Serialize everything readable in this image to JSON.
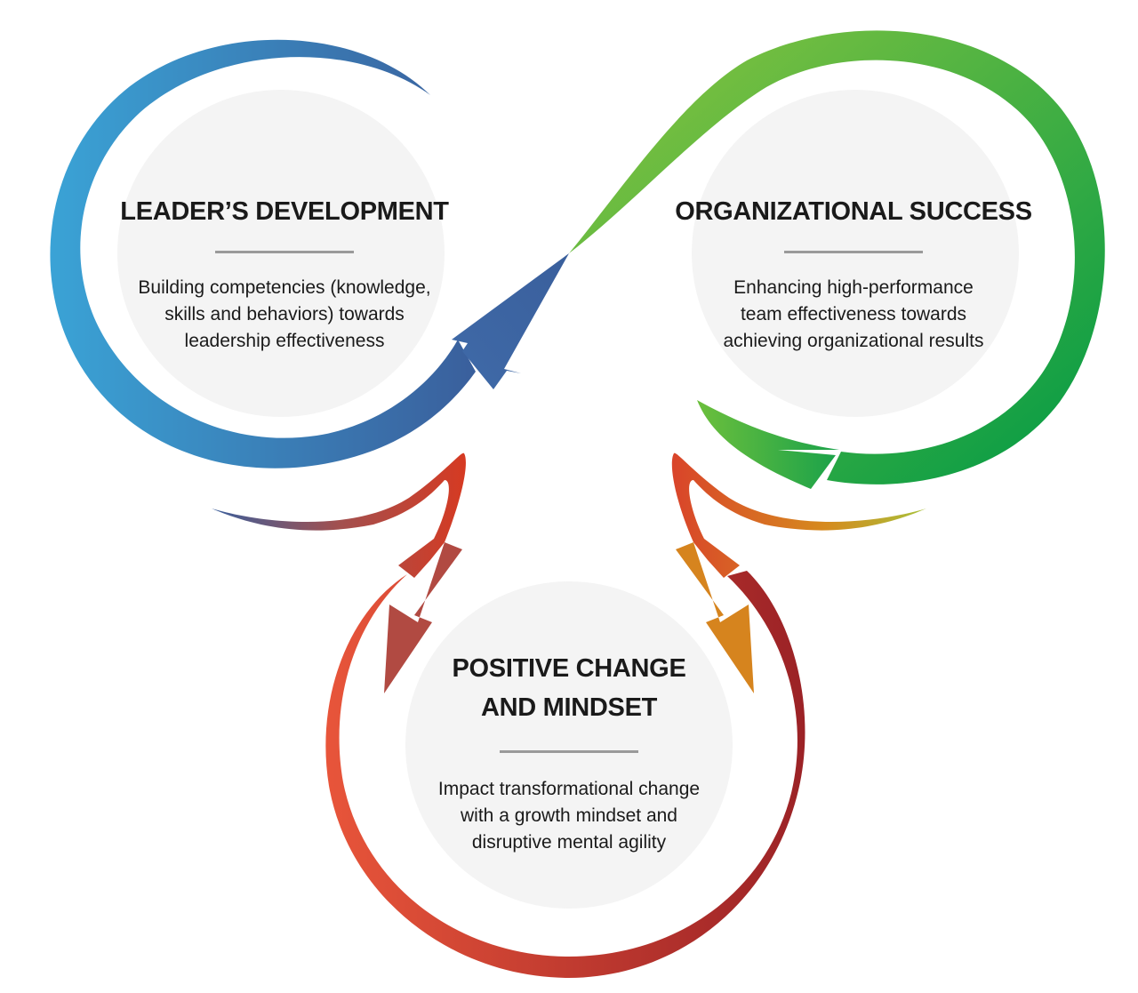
{
  "nodes": [
    {
      "id": "leader",
      "title_lines": [
        "LEADER’S DEVELOPMENT"
      ],
      "description_lines": [
        "Building competencies (knowledge,",
        "skills and behaviors) towards",
        "leadership effectiveness"
      ]
    },
    {
      "id": "org",
      "title_lines": [
        "ORGANIZATIONAL SUCCESS"
      ],
      "description_lines": [
        "Enhancing high-performance",
        "team effectiveness towards",
        "achieving organizational results"
      ]
    },
    {
      "id": "change",
      "title_lines": [
        "POSITIVE CHANGE",
        "AND MINDSET"
      ],
      "description_lines": [
        "Impact transformational change",
        "with a growth mindset and",
        "disruptive mental agility"
      ]
    }
  ],
  "colors": {
    "circle_fill": "#f4f4f4",
    "divider": "#9a9a9a",
    "blue_light": "#3aa3d6",
    "blue_dark": "#3a5f9c",
    "green_light": "#8dc63f",
    "green_dark": "#009a46",
    "red_light": "#e8553a",
    "red_dark": "#9b2226",
    "orange": "#d9641e",
    "yellow_green": "#a8c13a"
  }
}
